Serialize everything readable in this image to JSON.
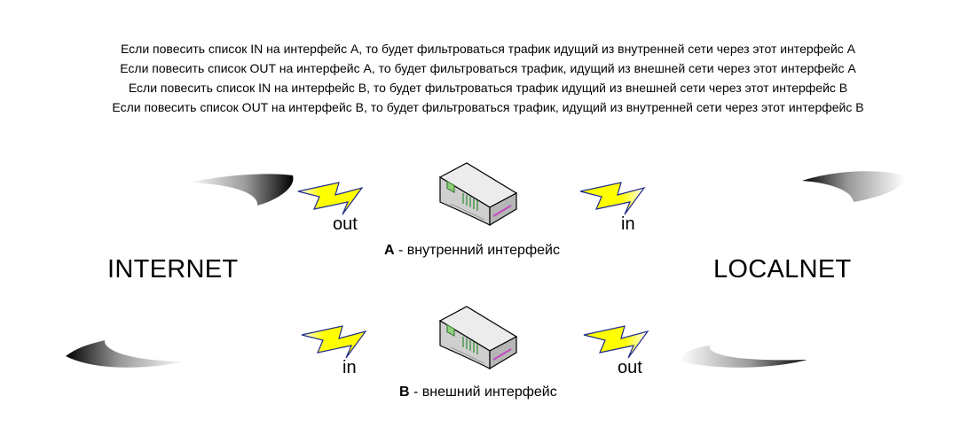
{
  "intro_lines": [
    "Если повесить список IN на интерфейс A, то будет фильтроваться трафик идущий из внутренней сети через этот интерфейс A",
    "Если повесить список OUT на интерфейс A, то будет фильтроваться трафик, идущий из внешней сети через этот интерфейс A",
    "Если повесить список IN на интерфейс B, то будет фильтроваться трафик идущий из внешней сети через этот интерфейс B",
    "Если повесить список OUT на интерфейс B, то будет фильтроваться трафик, идущий из внутренней сети через этот интерфейс B"
  ],
  "networks": {
    "left": "INTERNET",
    "right": "LOCALNET"
  },
  "interface_a": {
    "letter": "A",
    "caption": " - внутренний интерфейс",
    "left_dir": "out",
    "right_dir": "in"
  },
  "interface_b": {
    "letter": "B",
    "caption": " - внешний интерфейс",
    "left_dir": "in",
    "right_dir": "out"
  },
  "colors": {
    "bolt": "#ffff00",
    "bolt_edge": "#1e2a8c",
    "router_body": "#d2d2d2",
    "router_port": "#8fd17a",
    "router_led": "#c24ac2"
  }
}
